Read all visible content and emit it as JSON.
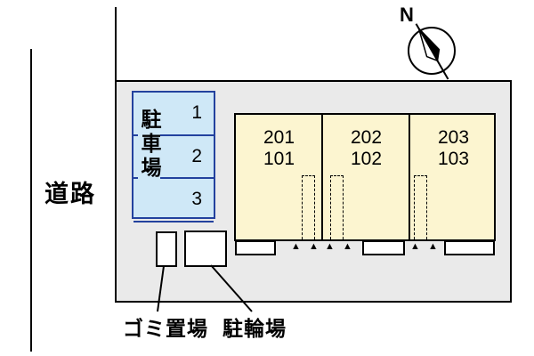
{
  "compass": {
    "label": "N"
  },
  "road": {
    "label": "道路"
  },
  "site": {
    "parking": {
      "label": "駐車場",
      "spaces": [
        "1",
        "2",
        "3"
      ]
    },
    "building": {
      "units": [
        {
          "upper": "201",
          "lower": "101"
        },
        {
          "upper": "202",
          "lower": "102"
        },
        {
          "upper": "203",
          "lower": "103"
        }
      ]
    },
    "facilities": {
      "garbage_label": "ゴミ置場",
      "bicycle_label": "駐輪場"
    },
    "markers": {
      "entrance": "▲ ▲"
    }
  },
  "colors": {
    "site_fill": "#eaeaea",
    "parking_fill": "#cfe8f7",
    "parking_border": "#23429e",
    "building_fill": "#fcf5d0",
    "outline": "#000000"
  }
}
